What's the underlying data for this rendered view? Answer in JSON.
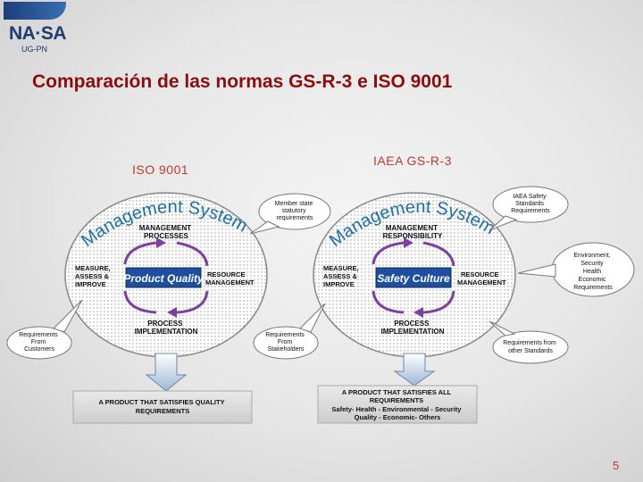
{
  "logo": {
    "main": "NA·SA",
    "sub": "UG-PN",
    "icon": "atom-icon"
  },
  "title": "Comparación de las normas GS-R-3 e ISO 9001",
  "left": {
    "standard": "ISO 9001",
    "arc": "Management System",
    "processes": [
      "MANAGEMENT",
      "PROCESSES"
    ],
    "measure": [
      "MEASURE,",
      "ASSESS &",
      "IMPROVE"
    ],
    "resource": [
      "RESOURCE",
      "MANAGEMENT"
    ],
    "implementation": [
      "PROCESS",
      "IMPLEMENTATION"
    ],
    "core": "Product Quality",
    "callout_left": [
      "Requirements",
      "From",
      "Customers"
    ],
    "callout_top": [
      "Member state",
      "statutory",
      "requirements"
    ],
    "output": [
      "A PRODUCT THAT SATISFIES  QUALITY",
      "REQUIREMENTS"
    ]
  },
  "right": {
    "standard": "IAEA GS-R-3",
    "arc": "Management System",
    "responsibility": [
      "MANAGEMENT",
      "RESPONSIBILITY"
    ],
    "measure": [
      "MEASURE,",
      "ASSESS &",
      "IMPROVE"
    ],
    "resource": [
      "RESOURCE",
      "MANAGEMENT"
    ],
    "implementation": [
      "PROCESS",
      "IMPLEMENTATION"
    ],
    "core": "Safety Culture",
    "callout_stakeholders": [
      "Requirements",
      "From",
      "Stakeholders"
    ],
    "callout_iaea": [
      "IAEA Safety",
      "Standards",
      "Requirements"
    ],
    "callout_env": [
      "Environment,",
      "Security",
      "Health",
      "Economic",
      "Requirements"
    ],
    "callout_other": [
      "Requirements from",
      "other Standards"
    ],
    "output": [
      "A PRODUCT THAT SATISFIES ALL",
      "REQUIREMENTS",
      "Safety- Health - Environmental - Security",
      "Quality - Economic- Others"
    ]
  },
  "page_number": "5",
  "colors": {
    "title": "#8b0d0d",
    "arc": "#1e6fa8",
    "core": "#1d4f9e",
    "accent": "#c0392b"
  }
}
